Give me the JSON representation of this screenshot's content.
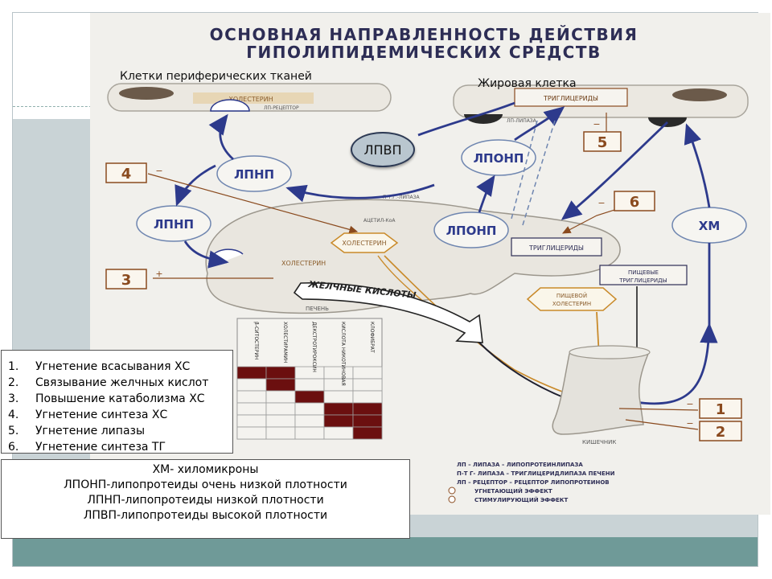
{
  "slide": {
    "title_line1": "ОСНОВНАЯ НАПРАВЛЕННОСТЬ ДЕЙСТВИЯ",
    "title_line2": "ГИПОЛИПИДЕМИЧЕСКИХ СРЕДСТВ"
  },
  "overlay_labels": {
    "peripheral_cells": "Клетки периферических тканей",
    "fat_cell": "Жировая клетка",
    "hdl": "ЛПВП"
  },
  "diagram_labels": {
    "cholesterol": "ХОЛЕСТЕРИН",
    "triglycerides": "ТРИГЛИЦЕРИДЫ",
    "ldl": "ЛПНП",
    "vldl": "ЛПОНП",
    "chylomicrons": "ХМ",
    "bile_acids": "ЖЕЛЧНЫЕ КИСЛОТЫ",
    "food_triglycerides_1": "ПИЩЕВЫЕ",
    "food_triglycerides_2": "ТРИГЛИЦЕРИДЫ",
    "food_cholesterol_1": "ПИЩЕВОЙ",
    "food_cholesterol_2": "ХОЛЕСТЕРИН",
    "intestine": "КИШЕЧНИК",
    "liver": "ПЕЧЕНЬ",
    "acetyl_coa": "АЦЕТИЛ-КоА",
    "lp_receptor": "ЛП-РЕЦЕПТОР",
    "lp_lipase": "ЛП-ЛИПАЗА",
    "ptg_lipase": "П-Т.Г.-ЛИПАЗА"
  },
  "numbers": [
    "1",
    "2",
    "3",
    "4",
    "5",
    "6"
  ],
  "signs": {
    "minus": "−",
    "plus": "+"
  },
  "drugs": [
    "β-СИТОСТЕРИН",
    "ХОЛЕСТИРАМИН",
    "ДЕКСТРОТИРОКСИН",
    "КИСЛОТА НИКОТИНОВАЯ",
    "КЛОФИБРАТ"
  ],
  "matrix": [
    [
      1,
      1,
      0,
      0,
      0
    ],
    [
      0,
      1,
      0,
      0,
      0
    ],
    [
      0,
      0,
      1,
      0,
      0
    ],
    [
      0,
      0,
      0,
      1,
      1
    ],
    [
      0,
      0,
      0,
      1,
      1
    ],
    [
      0,
      0,
      0,
      0,
      1
    ]
  ],
  "legend_lines": [
    "ЛП – ЛИПАЗА – ЛИПОПРОТЕИНЛИПАЗА",
    "П-Т Г- ЛИПАЗА – ТРИГЛИЦЕРИДЛИПАЗА ПЕЧЕНИ",
    "ЛП – РЕЦЕПТОР – РЕЦЕПТОР ЛИПОПРОТЕИНОВ",
    "УГНЕТАЮЩИЙ ЭФФЕКТ",
    "СТИМУЛИРУЮЩИЙ ЭФФЕКТ"
  ],
  "effects_list": [
    {
      "num": "1.",
      "text": "Угнетение всасывания ХС"
    },
    {
      "num": "2.",
      "text": "Связывание желчных кислот"
    },
    {
      "num": "3.",
      "text": "Повышение катаболизма ХС"
    },
    {
      "num": "4.",
      "text": "Угнетение синтеза ХС"
    },
    {
      "num": "5.",
      "text": "Угнетение липазы"
    },
    {
      "num": "6.",
      "text": "Угнетение синтеза ТГ"
    }
  ],
  "definitions": [
    "ХМ- хиломикроны",
    "ЛПОНП-липопротеиды очень низкой плотности",
    "ЛПНП-липопротеиды низкой плотности",
    "ЛПВП-липопротеиды высокой плотности"
  ],
  "colors": {
    "navy": "#2d3a8c",
    "brown": "#8a4a1e",
    "dark_red": "#6b0f0f",
    "orange": "#c98a2a",
    "slide_bg": "#f1f0ec",
    "band_mid": "#c9d3d6",
    "band_bottom": "#6f9a98"
  }
}
